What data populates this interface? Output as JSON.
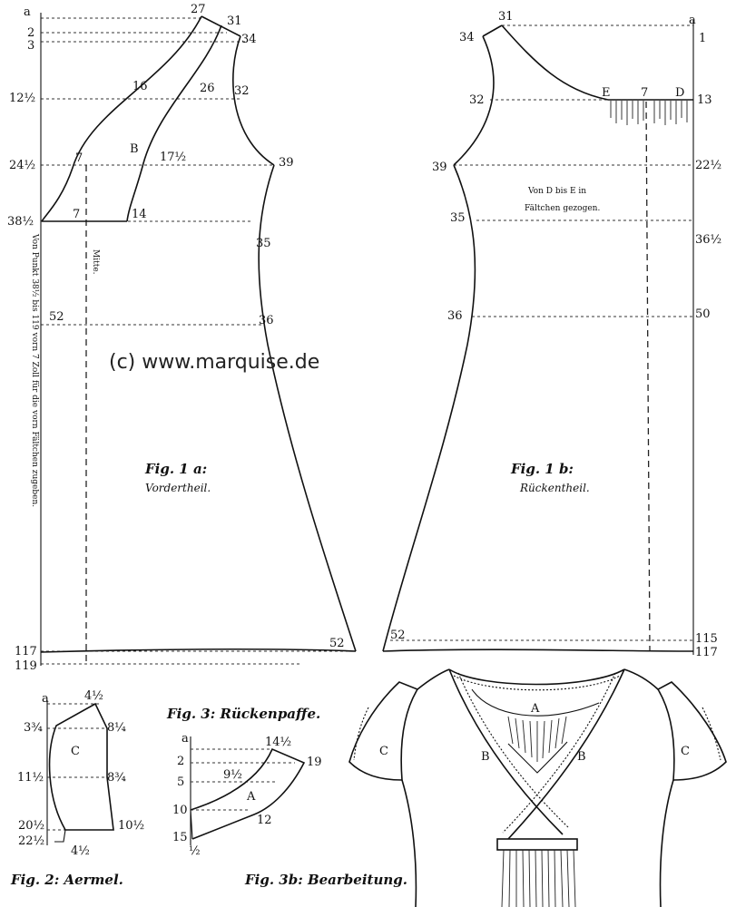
{
  "watermark": "(c) www.marquise.de",
  "fig1a": {
    "caption": "Fig. 1 a:",
    "subcaption": "Vordertheil.",
    "ref_top": "a",
    "ref_marks": [
      "2",
      "3",
      "12½",
      "24½",
      "38½",
      "52",
      "117",
      "119"
    ],
    "points": {
      "p27": "27",
      "p31": "31",
      "p34": "34",
      "p16": "16",
      "p26": "26",
      "p32": "32",
      "p7a": "7",
      "pB": "B",
      "p17": "17½",
      "p39": "39",
      "p7b": "7",
      "p14": "14",
      "p35": "35",
      "p36": "36",
      "p52": "52"
    },
    "middle_label": "Mitte.",
    "side_note": "Von Punkt 38½ bis 119 vorn 7 Zoll für die vorn Fältchen zugeben."
  },
  "fig1b": {
    "caption": "Fig. 1 b:",
    "subcaption": "Rückentheil.",
    "ref_top": "a",
    "ref_marks": [
      "1",
      "13",
      "22½",
      "36½",
      "50",
      "115",
      "117"
    ],
    "points": {
      "p31": "31",
      "p34": "34",
      "p32": "32",
      "pE": "E",
      "p7": "7",
      "pD": "D",
      "p39": "39",
      "p35": "35",
      "p36": "36",
      "p52": "52"
    },
    "note_line1": "Von D bis E in",
    "note_line2": "Fältchen gezogen."
  },
  "fig2": {
    "caption": "Fig. 2: Aermel.",
    "ref_top": "a",
    "labels": {
      "top": "4½",
      "l1": "3¾",
      "r1": "8¼",
      "c": "C",
      "l2": "11½",
      "r2": "8¾",
      "l3": "20½",
      "r3": "10½",
      "l4": "22½",
      "bottom": "4½"
    }
  },
  "fig3": {
    "caption": "Fig. 3: Rückenpaffe.",
    "ref_top": "a",
    "left_marks": [
      "2",
      "5",
      "10",
      "15",
      "½"
    ],
    "labels": {
      "p14": "14½",
      "p19": "19",
      "p9": "9½",
      "pA": "A",
      "p12": "12"
    }
  },
  "fig3b": {
    "caption": "Fig. 3b: Bearbeitung.",
    "labels": {
      "cLeft": "C",
      "cRight": "C",
      "bLeft": "B",
      "bRight": "B",
      "a": "A"
    }
  }
}
